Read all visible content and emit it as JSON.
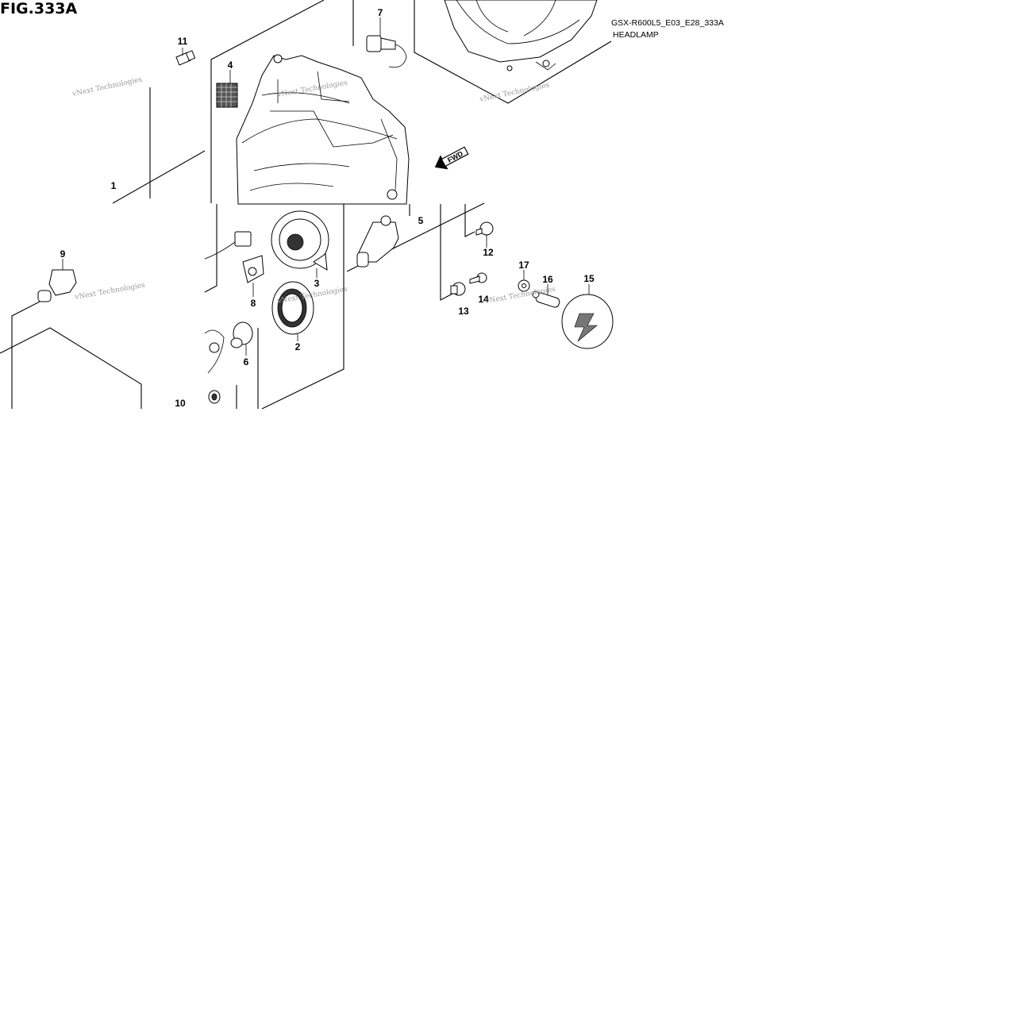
{
  "figure": {
    "title": "FIG.333A",
    "model_code": "GSX-R600L5_E03_E28_333A",
    "section_name": "HEADLAMP"
  },
  "arrow": {
    "label": "FWD"
  },
  "watermark": {
    "text": "vNext Technologies"
  },
  "callouts": [
    "1",
    "2",
    "3",
    "4",
    "5",
    "6",
    "7",
    "8",
    "9",
    "10",
    "11",
    "12",
    "13",
    "14",
    "15",
    "16",
    "17"
  ]
}
